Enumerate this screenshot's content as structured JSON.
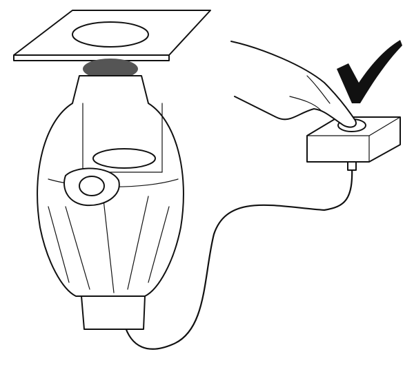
{
  "colors": {
    "stroke": "#111111",
    "background": "#ffffff",
    "gasket": "#555555"
  },
  "parts": [
    "sink-flange-plate",
    "disposer-body",
    "discharge-outlet",
    "motor-base",
    "air-switch-tube",
    "air-switch-button",
    "hand",
    "checkmark"
  ]
}
